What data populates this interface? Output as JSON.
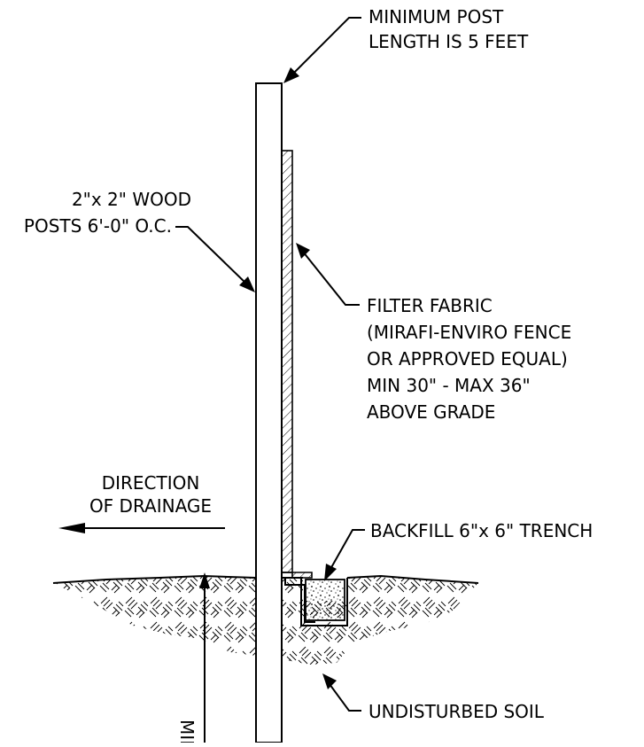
{
  "labels": {
    "post_length_line1": "MINIMUM POST",
    "post_length_line2": "LENGTH IS 5 FEET",
    "posts_line1": "2\"x 2\" WOOD",
    "posts_line2": "POSTS 6'-0\" O.C.",
    "fabric_line1": "FILTER FABRIC",
    "fabric_line2": "(MIRAFI-ENVIRO FENCE",
    "fabric_line3": "OR APPROVED EQUAL)",
    "fabric_line4": "MIN 30\" - MAX 36\"",
    "fabric_line5": "ABOVE GRADE",
    "drainage_line1": "DIRECTION",
    "drainage_line2": "OF DRAINAGE",
    "backfill": "BACKFILL 6\"x 6\" TRENCH",
    "soil": "UNDISTURBED SOIL",
    "dimension_partial": "MIN"
  },
  "colors": {
    "ink": "#000000",
    "background": "#ffffff"
  }
}
